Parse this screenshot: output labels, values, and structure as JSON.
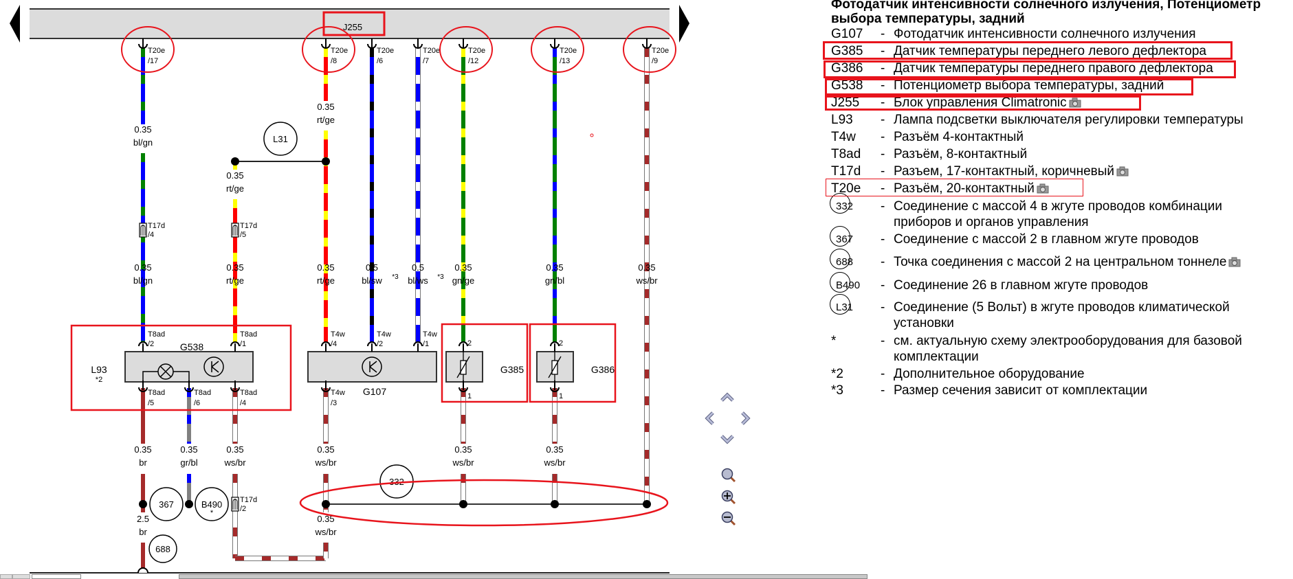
{
  "diagram": {
    "ecu_label": "J255",
    "top_pins": [
      {
        "conn": "T20e",
        "pin": "/17"
      },
      {
        "conn": "T20e",
        "pin": "/8"
      },
      {
        "conn": "T20e",
        "pin": "/6"
      },
      {
        "conn": "T20e",
        "pin": "/7"
      },
      {
        "conn": "T20e",
        "pin": "/12"
      },
      {
        "conn": "T20e",
        "pin": "/13"
      },
      {
        "conn": "T20e",
        "pin": "/9"
      }
    ],
    "wire_labels_upper": [
      {
        "gauge": "0.35",
        "color": "bl/gn"
      },
      {
        "gauge": "0.35",
        "color": "rt/ge"
      },
      {
        "gauge": "0.35",
        "color": "rt/ge"
      }
    ],
    "wire_labels_mid": [
      {
        "gauge": "0.35",
        "color": "bl/gn"
      },
      {
        "gauge": "0.35",
        "color": "rt/ge"
      },
      {
        "gauge": "0.35",
        "color": "rt/ge"
      },
      {
        "gauge": "0.5",
        "color": "bl/sw"
      },
      {
        "gauge": "0.5",
        "color": "bl/ws"
      },
      {
        "gauge": "0.35",
        "color": "gn/ge"
      },
      {
        "gauge": "0.35",
        "color": "gn/bl"
      },
      {
        "gauge": "0.35",
        "color": "ws/br"
      }
    ],
    "note_star3": "*3",
    "wire_labels_lower": [
      {
        "gauge": "0.35",
        "color": "br"
      },
      {
        "gauge": "0.35",
        "color": "gr/bl"
      },
      {
        "gauge": "0.35",
        "color": "ws/br"
      },
      {
        "gauge": "0.35",
        "color": "ws/br"
      },
      {
        "gauge": "0.35",
        "color": "ws/br"
      },
      {
        "gauge": "0.35",
        "color": "ws/br"
      }
    ],
    "wire_labels_bottom": [
      {
        "gauge": "2.5",
        "color": "br"
      },
      {
        "gauge": "0.35",
        "color": "ws/br"
      }
    ],
    "t17d": [
      {
        "conn": "T17d",
        "pin": "/4"
      },
      {
        "conn": "T17d",
        "pin": "/5"
      },
      {
        "conn": "T17d",
        "pin": "/2"
      }
    ],
    "g538": {
      "label": "G538",
      "l93": "L93",
      "l93_note": "*2",
      "top": [
        {
          "conn": "T8ad",
          "pin": "/2"
        },
        {
          "conn": "T8ad",
          "pin": "/1"
        }
      ],
      "bottom": [
        {
          "conn": "T8ad",
          "pin": "/5"
        },
        {
          "conn": "T8ad",
          "pin": "/6"
        },
        {
          "conn": "T8ad",
          "pin": "/4"
        }
      ]
    },
    "g107": {
      "label": "G107",
      "top": [
        {
          "conn": "T4w",
          "pin": "/4"
        },
        {
          "conn": "T4w",
          "pin": "/2"
        },
        {
          "conn": "T4w",
          "pin": "/1"
        }
      ],
      "bottom": [
        {
          "conn": "T4w",
          "pin": "/3"
        }
      ]
    },
    "g385": {
      "label": "G385",
      "pin_top": "2",
      "pin_bottom": "1"
    },
    "g386": {
      "label": "G386",
      "pin_top": "2",
      "pin_bottom": "1"
    },
    "grounds": {
      "l31": "L31",
      "g332": "332",
      "g367": "367",
      "b490": "B490",
      "b490_note": "*",
      "g688": "688"
    },
    "colors": {
      "bl": "#0000ff",
      "gn": "#008000",
      "ge": "#ffff00",
      "rt": "#ff0000",
      "sw": "#000000",
      "ws": "#ffffff",
      "br": "#a52a2a",
      "gr": "#808080",
      "highlight": "#e8141c",
      "box": "#dcdcdc"
    }
  },
  "legend": {
    "title_line1": "Фотодатчик интенсивности солнечного излучения, Потенциометр",
    "title_line2": "выбора температуры, задний",
    "items": [
      {
        "code": "G107",
        "desc": "Фотодатчик интенсивности солнечного излучения"
      },
      {
        "code": "G385",
        "desc": "Датчик температуры переднего левого дефлектора"
      },
      {
        "code": "G386",
        "desc": "Датчик температуры переднего правого дефлектора"
      },
      {
        "code": "G538",
        "desc": "Потенциометр выбора температуры, задний"
      },
      {
        "code": "J255",
        "desc": "Блок управления Climatronic"
      },
      {
        "code": "L93",
        "desc": "Лампа подсветки выключателя регулировки температуры"
      },
      {
        "code": "T4w",
        "desc": "Разъём 4-контактный"
      },
      {
        "code": "T8ad",
        "desc": "Разъём, 8-контактный"
      },
      {
        "code": "T17d",
        "desc": "Разъем, 17-контактный, коричневый"
      },
      {
        "code": "T20e",
        "desc": "Разъём, 20-контактный"
      }
    ],
    "ground_items": [
      {
        "code": "332",
        "desc": "Соединение с массой 4 в жгуте проводов комбинации",
        "desc2": "приборов и органов управления"
      },
      {
        "code": "367",
        "desc": "Соединение с массой 2 в главном жгуте проводов"
      },
      {
        "code": "688",
        "desc": "Точка соединения с массой 2 на центральном тоннеле"
      },
      {
        "code": "B490",
        "desc": "Соединение 26 в главном жгуте проводов"
      },
      {
        "code": "L31",
        "desc": "Соединение (5 Вольт) в жгуте проводов климатической",
        "desc2": "установки"
      }
    ],
    "notes": [
      {
        "code": "*",
        "desc": "см. актуальную схему электрооборудования для базовой",
        "desc2": "комплектации"
      },
      {
        "code": "*2",
        "desc": "Дополнительное оборудование"
      },
      {
        "code": "*3",
        "desc": "Размер сечения зависит от комплектации"
      }
    ],
    "dash": "-"
  },
  "nav": {
    "icons": [
      "pan-up-icon",
      "pan-left-icon",
      "pan-right-icon",
      "pan-down-icon",
      "zoom-fit-icon",
      "zoom-in-icon",
      "zoom-out-icon"
    ]
  }
}
